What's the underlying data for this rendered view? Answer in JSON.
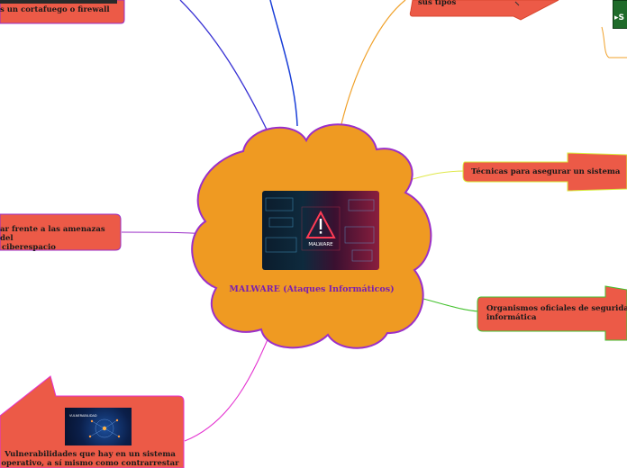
{
  "center": {
    "title": "MALWARE  (Ataques Informáticos)",
    "image_text": "MALWARE"
  },
  "nodes": {
    "top_left": "s un cortafuego o firewall",
    "top_right": "sus tipos",
    "right_1": "Técnicas para asegurar un sistema",
    "right_2_line1": "Organismos oficiales de seguridad",
    "right_2_line2": "informática",
    "left_mid_line1": "ar frente a las amenazas del",
    "left_mid_line2": "ciberespacio",
    "bottom_left_line1": "Vulnerabilidades que hay en un sistema",
    "bottom_left_line2": "operativo, a sí mismo como contrarrestar",
    "bottom_left_image_text": "VULNERABILIDAD"
  },
  "colors": {
    "cloud": "#ef9a22",
    "cloud_border": "#9b2fc8",
    "node": "#ec5a47",
    "center_text": "#7a1fb0"
  }
}
